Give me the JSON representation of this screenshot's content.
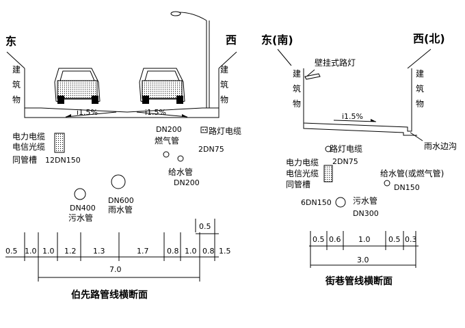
{
  "left": {
    "dir_east": "东",
    "dir_west": "西",
    "building_l": [
      "建",
      "筑",
      "物"
    ],
    "building_r": [
      "建",
      "筑",
      "物"
    ],
    "slope_l": "i1.5%",
    "slope_r": "i1.5%",
    "gas_dn": "DN200",
    "gas_name": "燃气管",
    "lamp_cable": "路灯电缆",
    "lamp_dn": "2DN75",
    "water_name": "给水管",
    "water_dn": "DN200",
    "power_lines": [
      "电力电缆",
      "电信光缆",
      "同管槽"
    ],
    "power_dn": "12DN150",
    "sewer_dn": "DN400",
    "sewer_name": "污水管",
    "rain_dn": "DN600",
    "rain_name": "雨水管",
    "dims": [
      "0.5",
      "1.0",
      "1.0",
      "1.2",
      "1.3",
      "1.7",
      "0.8",
      "1.0",
      "0.8",
      "1.5"
    ],
    "dim_top": "0.5",
    "total": "7.0",
    "title": "伯先路管线横断面"
  },
  "right": {
    "dir_east": "东(南)",
    "dir_west": "西(北)",
    "wall_lamp": "壁挂式路灯",
    "building_l": [
      "建",
      "筑",
      "物"
    ],
    "building_r": [
      "建",
      "筑",
      "物"
    ],
    "slope": "i1.5%",
    "rain_ditch": "雨水边沟",
    "lamp_cable": "路灯电缆",
    "lamp_dn": "2DN75",
    "power_lines": [
      "电力电缆",
      "电信光缆",
      "同管槽"
    ],
    "power_dn": "6DN150",
    "water_name": "给水管(或燃气管)",
    "water_dn": "DN150",
    "sewer_name": "污水管",
    "sewer_dn": "DN300",
    "dims": [
      "0.5",
      "0.6",
      "1.0",
      "0.5",
      "0.3"
    ],
    "total": "3.0",
    "title": "街巷管线横断面"
  }
}
